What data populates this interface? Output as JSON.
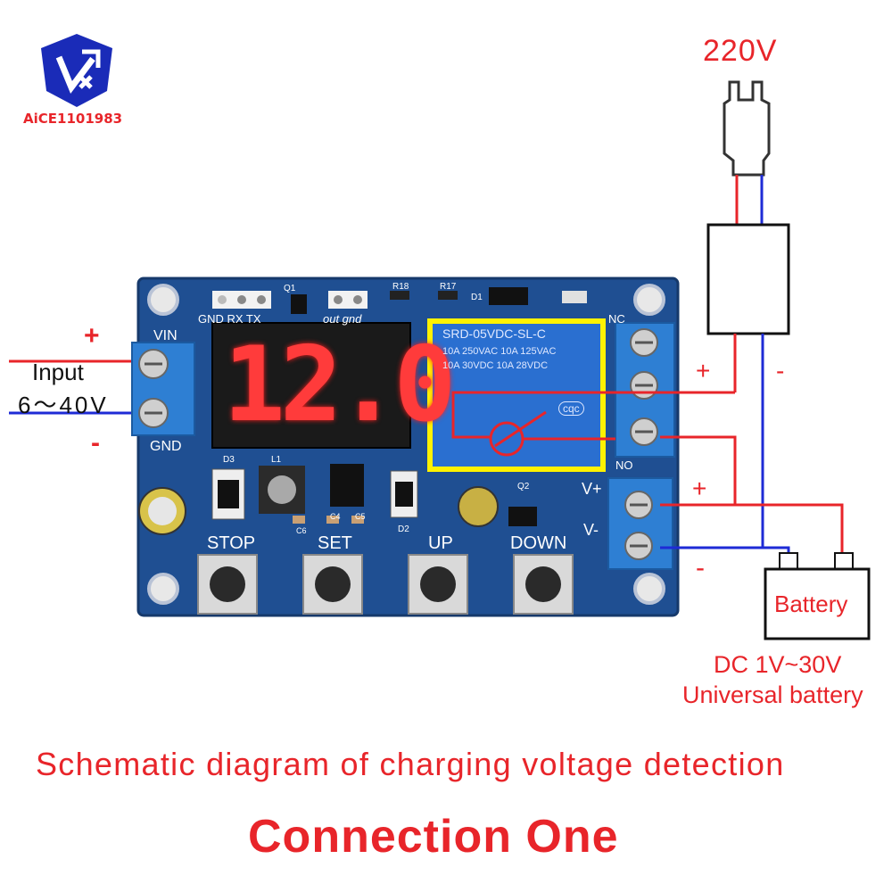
{
  "brand": {
    "logo_text": "AiCE1101983",
    "accent_color": "#e8252a",
    "logo_color": "#1a2bb8"
  },
  "mains": {
    "label": "220V"
  },
  "input": {
    "label": "Input",
    "range": "6～40V",
    "plus": "+",
    "minus": "-"
  },
  "board": {
    "display_value": "12.0",
    "vin_label": "VIN",
    "gnd_label": "GND",
    "header_labels": "GND RX TX",
    "out_label": "out gnd",
    "relay_lines": [
      "SRD-05VDC-SL-C",
      "10A 250VAC 10A 125VAC",
      "10A 30VDC 10A 28VDC"
    ],
    "relay_brand": "cqc",
    "component_labels": [
      "Q1",
      "R18",
      "R17",
      "D1",
      "D3",
      "L1",
      "D2",
      "Q2",
      "C6",
      "C4",
      "C5",
      "NC",
      "NO"
    ],
    "vplus_label": "V+",
    "vminus_label": "V-",
    "buttons": [
      "STOP",
      "SET",
      "UP",
      "DOWN"
    ]
  },
  "relay_side": {
    "plus": "+",
    "minus": "-"
  },
  "battery": {
    "label": "Battery",
    "plus": "+",
    "minus": "-",
    "desc_line1": "DC 1V~30V",
    "desc_line2": "Universal battery"
  },
  "caption": "Schematic diagram of charging voltage detection",
  "heading": "Connection One"
}
